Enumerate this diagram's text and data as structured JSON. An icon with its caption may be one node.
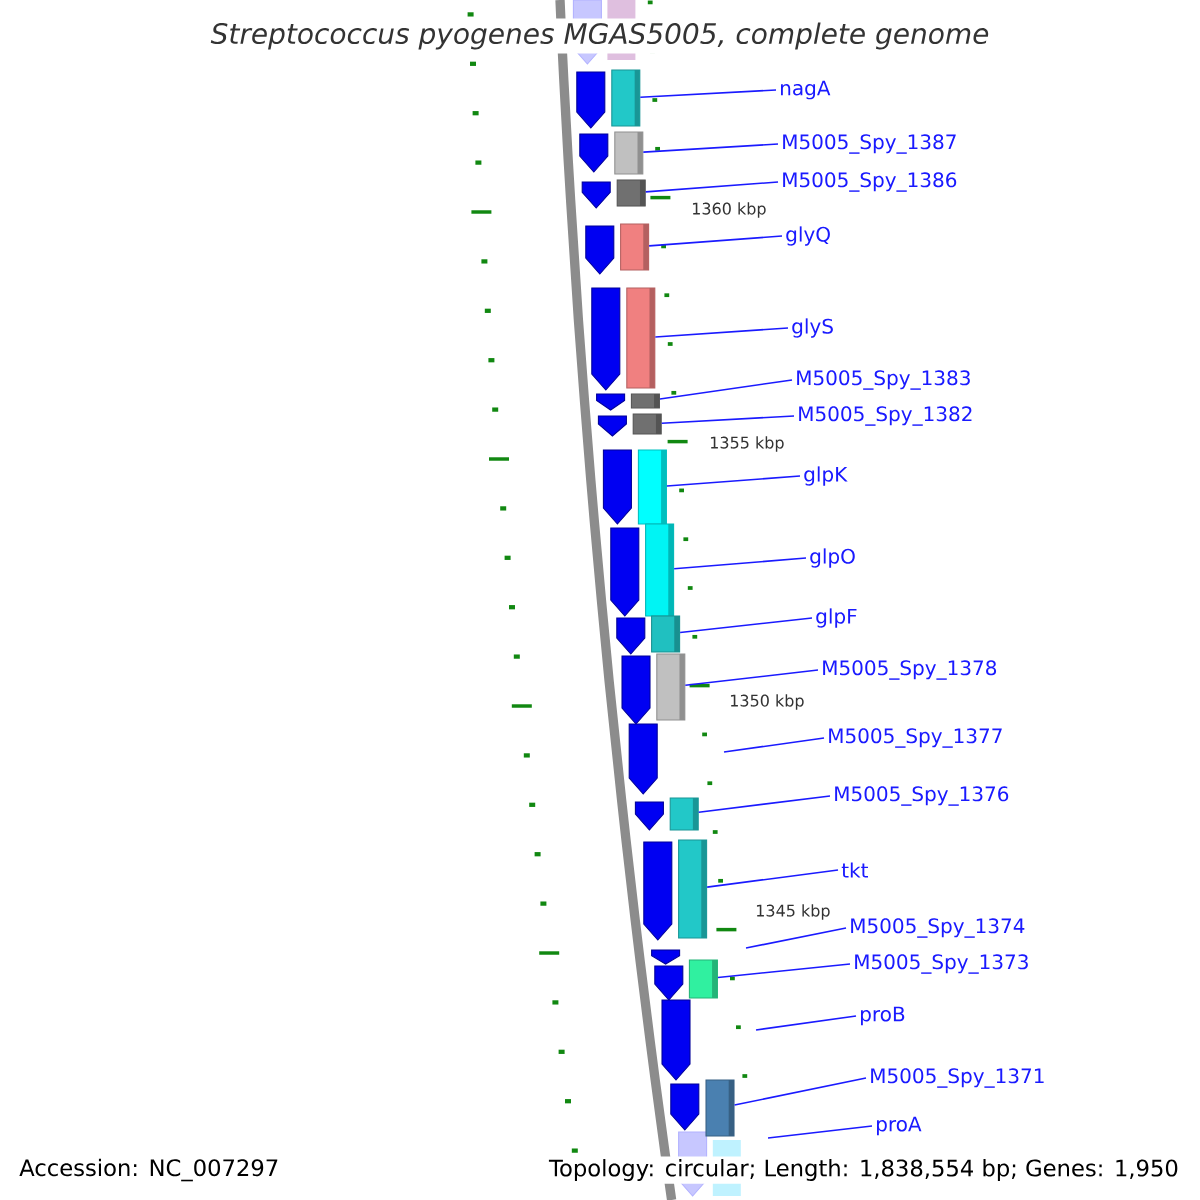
{
  "diagram": {
    "title": "Streptococcus pyogenes MGAS5005, complete genome",
    "nodes": [
      {
        "text": [
          "nagA"
        ]
      },
      {
        "text": [],
        "shape": "bar"
      },
      {
        "text": [
          "M5005_Spy_1387"
        ]
      },
      {
        "text": [],
        "shape": "bar"
      },
      {
        "text": [
          "M5005_Spy_1386"
        ]
      },
      {
        "text": [],
        "shape": "bar"
      },
      {
        "text": [
          "glyQ"
        ]
      },
      {
        "text": [],
        "shape": "bar"
      },
      {
        "text": [
          "glyS"
        ]
      },
      {
        "text": [],
        "shape": "bar"
      },
      {
        "text": [
          "M5005_Spy_1383"
        ]
      },
      {
        "text": [],
        "shape": "bar"
      },
      {
        "text": [
          "M5005_Spy_1382"
        ]
      },
      {
        "text": [],
        "shape": "bar"
      },
      {
        "text": [
          "glpK"
        ]
      },
      {
        "text": [],
        "shape": "bar"
      },
      {
        "text": [
          "glpO"
        ]
      },
      {
        "text": [],
        "shape": "bar"
      },
      {
        "text": [
          "glpF"
        ]
      },
      {
        "text": [],
        "shape": "bar"
      },
      {
        "text": [
          "M5005_Spy_1378"
        ]
      },
      {
        "text": [],
        "shape": "bar"
      },
      {
        "text": [
          "M5005_Spy_1377"
        ]
      },
      {
        "text": [
          "M5005_Spy_1376"
        ]
      },
      {
        "text": [],
        "shape": "bar"
      },
      {
        "text": [
          "tkt"
        ]
      },
      {
        "text": [],
        "shape": "bar"
      },
      {
        "text": [
          "M5005_Spy_1374"
        ]
      },
      {
        "text": [
          "M5005_Spy_1373"
        ]
      },
      {
        "text": [],
        "shape": "bar"
      },
      {
        "text": [
          "proB"
        ]
      },
      {
        "text": [
          "M5005_Spy_1371"
        ]
      },
      {
        "text": [],
        "shape": "bar"
      },
      {
        "text": [
          "proA"
        ]
      }
    ],
    "edges": [
      {
        "from": 0,
        "to": 1,
        "arrow": "none"
      },
      {
        "from": 2,
        "to": 3,
        "arrow": "none"
      },
      {
        "from": 4,
        "to": 5,
        "arrow": "none"
      },
      {
        "from": 6,
        "to": 7,
        "arrow": "none"
      },
      {
        "from": 8,
        "to": 9,
        "arrow": "none"
      },
      {
        "from": 10,
        "to": 11,
        "arrow": "none"
      },
      {
        "from": 12,
        "to": 13,
        "arrow": "none"
      },
      {
        "from": 14,
        "to": 15,
        "arrow": "none"
      },
      {
        "from": 16,
        "to": 17,
        "arrow": "none"
      },
      {
        "from": 18,
        "to": 19,
        "arrow": "none"
      },
      {
        "from": 20,
        "to": 21,
        "arrow": "none"
      },
      {
        "from": 22,
        "to": null,
        "arrow": "none"
      },
      {
        "from": 23,
        "to": 24,
        "arrow": "none"
      },
      {
        "from": 25,
        "to": 26,
        "arrow": "none"
      },
      {
        "from": 27,
        "to": null,
        "arrow": "none"
      },
      {
        "from": 28,
        "to": 29,
        "arrow": "none"
      },
      {
        "from": 30,
        "to": null,
        "arrow": "none"
      },
      {
        "from": 31,
        "to": 32,
        "arrow": "none"
      },
      {
        "from": 33,
        "to": null,
        "arrow": "none"
      }
    ],
    "labels": [
      "1360 kbp",
      "1355 kbp",
      "1350 kbp",
      "1345 kbp",
      "Accession: NC_007297",
      "Topology: circular; Length: 1,838,554 bp; Genes: 1,950"
    ]
  }
}
